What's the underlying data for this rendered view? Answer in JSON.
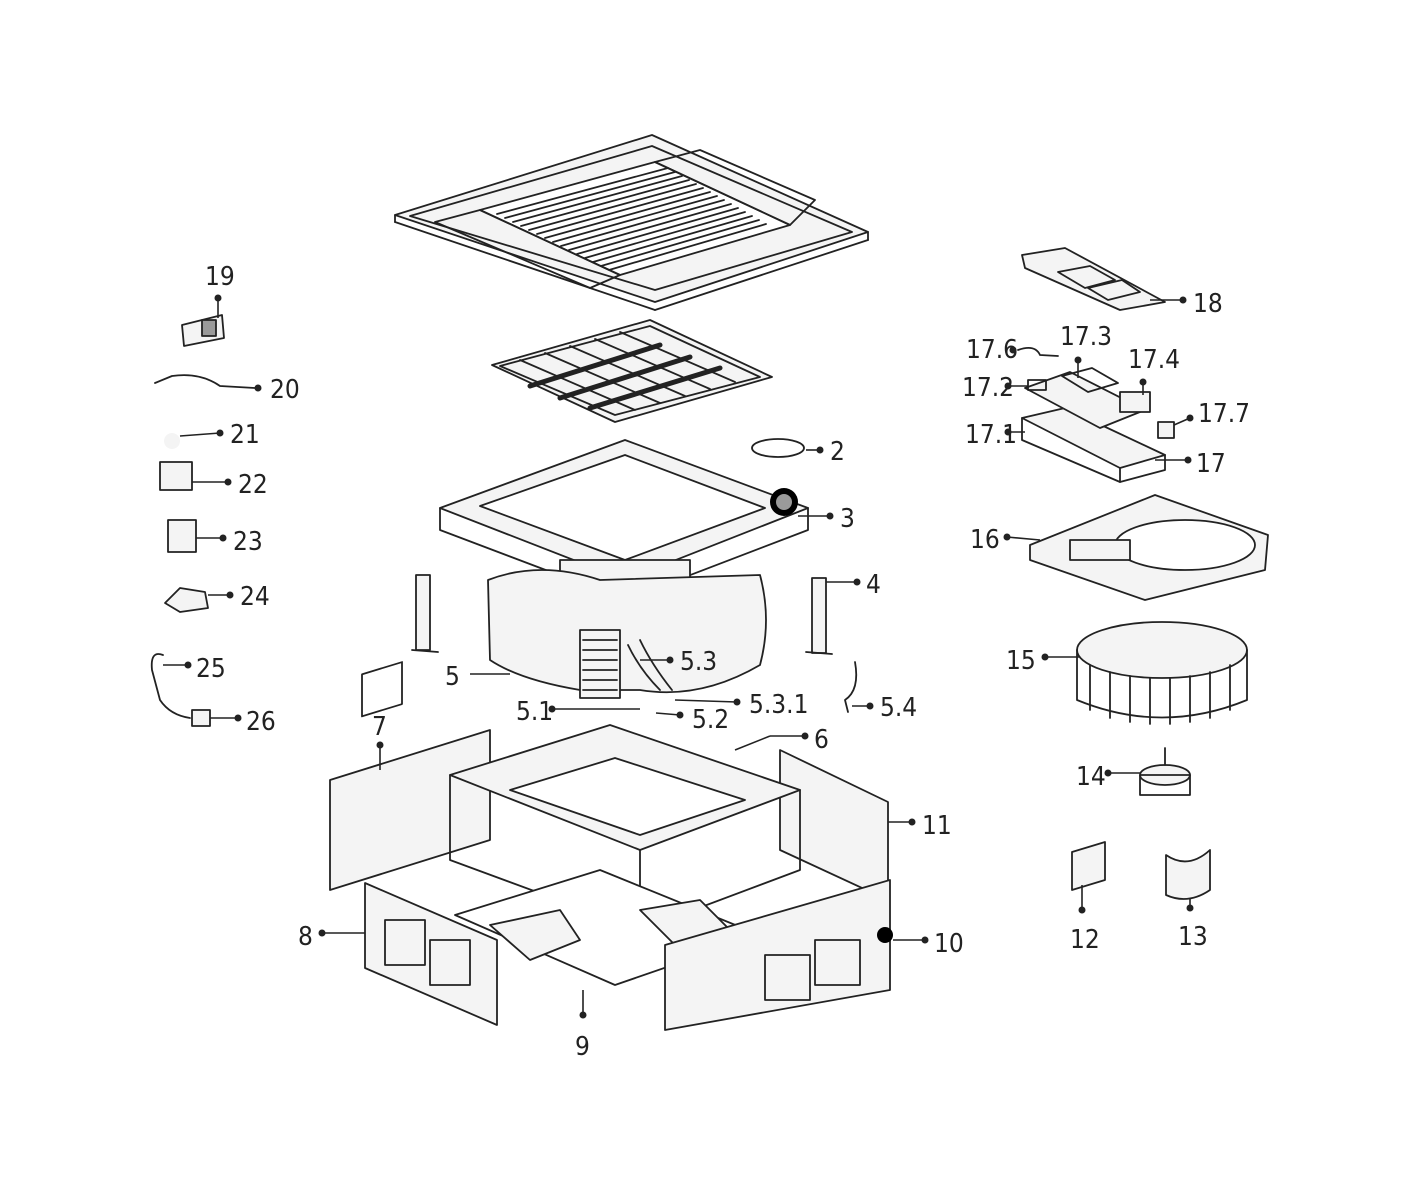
{
  "callouts": {
    "c2": "2",
    "c3": "3",
    "c4": "4",
    "c5": "5",
    "c5_1": "5.1",
    "c5_2": "5.2",
    "c5_3": "5.3",
    "c5_3_1": "5.3.1",
    "c5_4": "5.4",
    "c6": "6",
    "c7": "7",
    "c8": "8",
    "c9": "9",
    "c10": "10",
    "c11": "11",
    "c12": "12",
    "c13": "13",
    "c14": "14",
    "c15": "15",
    "c16": "16",
    "c17": "17",
    "c17_1": "17.1",
    "c17_2": "17.2",
    "c17_3": "17.3",
    "c17_4": "17.4",
    "c17_6": "17.6",
    "c17_7": "17.7",
    "c18": "18",
    "c19": "19",
    "c20": "20",
    "c21": "21",
    "c22": "22",
    "c23": "23",
    "c24": "24",
    "c25": "25",
    "c26": "26"
  }
}
